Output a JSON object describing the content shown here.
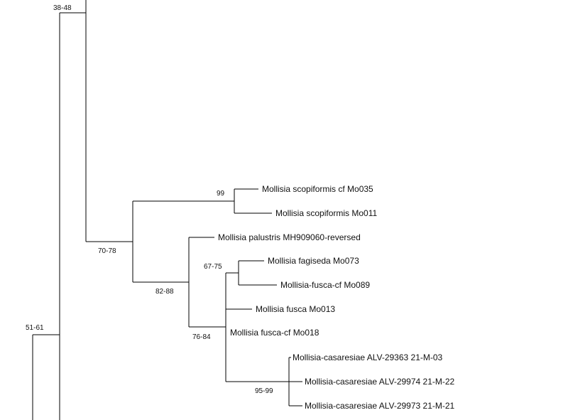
{
  "tree": {
    "line_color": "#000000",
    "support_values": [
      {
        "id": "n-top",
        "value": "38-48"
      },
      {
        "id": "n-root",
        "value": "51-61"
      },
      {
        "id": "n-scop",
        "value": "99"
      },
      {
        "id": "n-main",
        "value": "70-78"
      },
      {
        "id": "n-sub",
        "value": "82-88"
      },
      {
        "id": "n-fag",
        "value": "67-75"
      },
      {
        "id": "n-inner",
        "value": "76-84"
      },
      {
        "id": "n-cas",
        "value": "95-99"
      }
    ],
    "taxa": [
      {
        "id": "t1",
        "label": "Mollisia scopiformis cf Mo035"
      },
      {
        "id": "t2",
        "label": "Mollisia scopiformis Mo011"
      },
      {
        "id": "t3",
        "label": "Mollisia palustris MH909060-reversed"
      },
      {
        "id": "t4",
        "label": "Mollisia fagiseda Mo073"
      },
      {
        "id": "t5",
        "label": "Mollisia-fusca-cf Mo089"
      },
      {
        "id": "t6",
        "label": "Mollisia fusca Mo013"
      },
      {
        "id": "t7",
        "label": "Mollisia fusca-cf Mo018"
      },
      {
        "id": "t8",
        "label": "Mollisia-casaresiae ALV-29363 21-M-03"
      },
      {
        "id": "t9",
        "label": "Mollisia-casaresiae ALV-29974 21-M-22"
      },
      {
        "id": "t10",
        "label": "Mollisia-casaresiae ALV-29973 21-M-21"
      }
    ]
  }
}
